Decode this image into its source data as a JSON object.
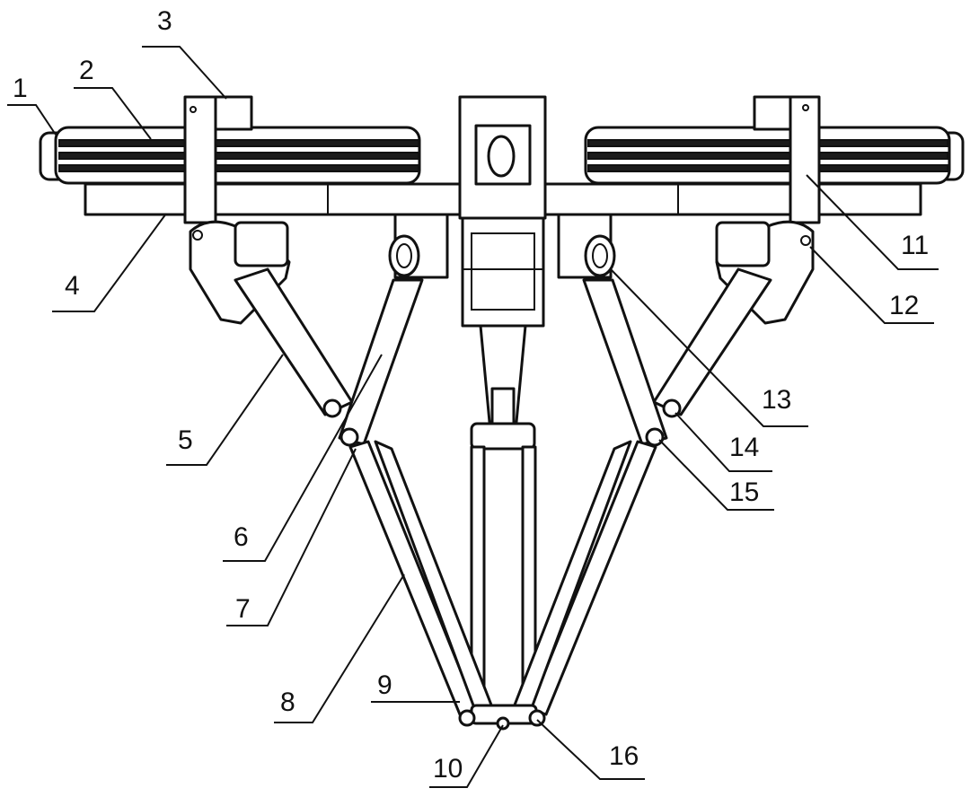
{
  "figure": {
    "callouts": [
      {
        "id": "c1",
        "text": "1"
      },
      {
        "id": "c2",
        "text": "2"
      },
      {
        "id": "c3",
        "text": "3"
      },
      {
        "id": "c4",
        "text": "4"
      },
      {
        "id": "c5",
        "text": "5"
      },
      {
        "id": "c6",
        "text": "6"
      },
      {
        "id": "c7",
        "text": "7"
      },
      {
        "id": "c8",
        "text": "8"
      },
      {
        "id": "c9",
        "text": "9"
      },
      {
        "id": "c10",
        "text": "10"
      },
      {
        "id": "c11",
        "text": "11"
      },
      {
        "id": "c12",
        "text": "12"
      },
      {
        "id": "c13",
        "text": "13"
      },
      {
        "id": "c14",
        "text": "14"
      },
      {
        "id": "c15",
        "text": "15"
      },
      {
        "id": "c16",
        "text": "16"
      }
    ]
  }
}
